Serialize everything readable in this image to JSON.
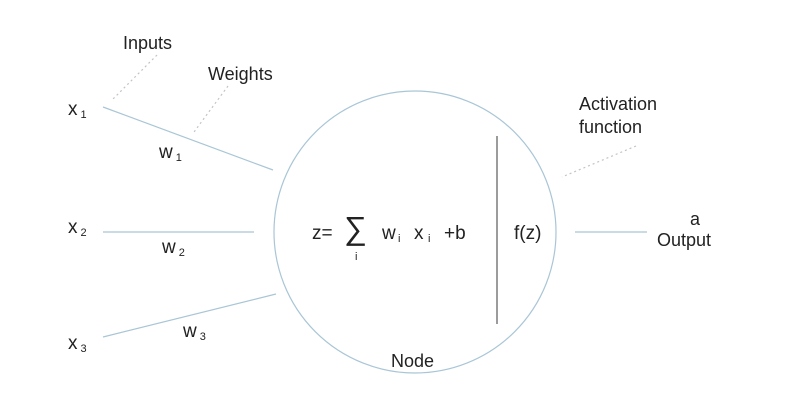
{
  "labels": {
    "inputs": "Inputs",
    "weights": "Weights",
    "activation_line1": "Activation",
    "activation_line2": "function",
    "node": "Node",
    "output_symbol": "a",
    "output": "Output"
  },
  "inputs": [
    {
      "symbol": "x",
      "index": "1"
    },
    {
      "symbol": "x",
      "index": "2"
    },
    {
      "symbol": "x",
      "index": "3"
    }
  ],
  "weights": [
    {
      "symbol": "w",
      "index": "1"
    },
    {
      "symbol": "w",
      "index": "2"
    },
    {
      "symbol": "w",
      "index": "3"
    }
  ],
  "formula": {
    "lhs": "z=",
    "sigma": "∑",
    "sum_index": "i",
    "w": "w",
    "w_index": "i",
    "x": "x",
    "x_index": "i",
    "bias": "+b"
  },
  "activation_expr": "f(z)",
  "colors": {
    "line": "#a9c6d6",
    "text": "#222222",
    "node_stroke": "#a9c6d6",
    "divider": "#666666"
  }
}
